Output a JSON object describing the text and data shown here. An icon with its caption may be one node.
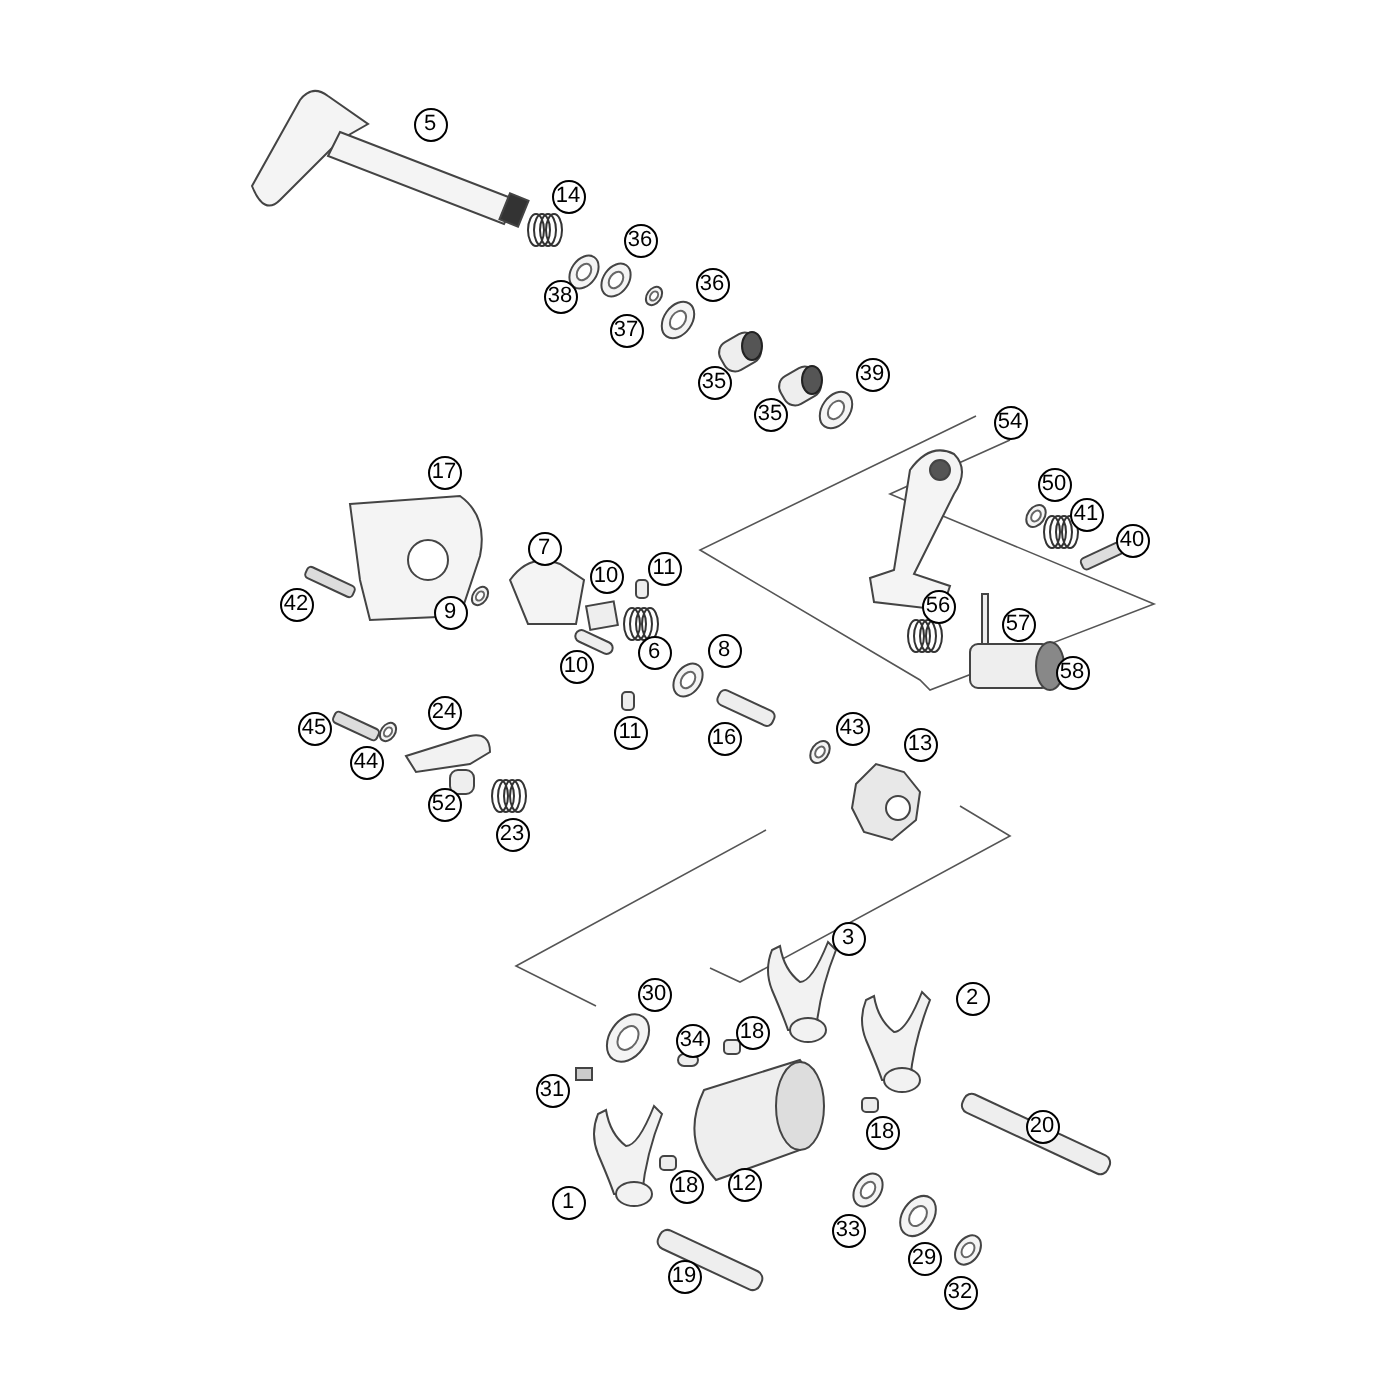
{
  "diagram": {
    "labels": [
      "5",
      "14",
      "36",
      "38",
      "36",
      "37",
      "35",
      "39",
      "35",
      "54",
      "17",
      "50",
      "41",
      "40",
      "7",
      "10",
      "11",
      "42",
      "9",
      "56",
      "57",
      "6",
      "8",
      "10",
      "58",
      "45",
      "24",
      "11",
      "16",
      "43",
      "13",
      "44",
      "52",
      "23",
      "3",
      "30",
      "2",
      "18",
      "34",
      "31",
      "18",
      "20",
      "12",
      "1",
      "18",
      "33",
      "29",
      "19",
      "32"
    ]
  }
}
